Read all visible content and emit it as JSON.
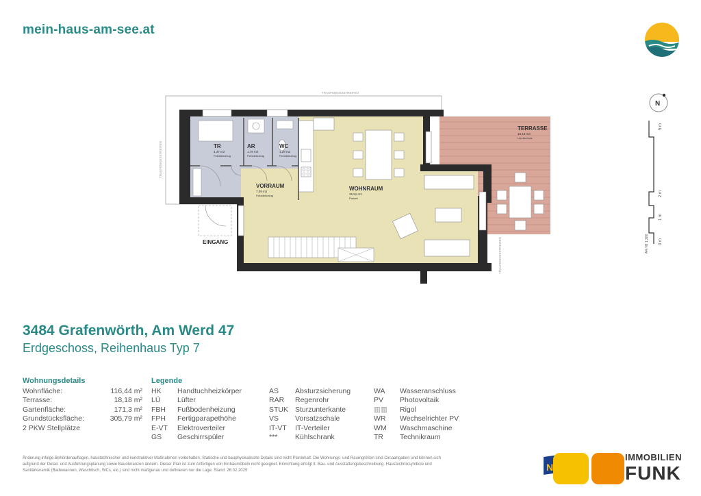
{
  "header": {
    "site_url": "mein-haus-am-see.at"
  },
  "plan": {
    "labels": {
      "traufe_top": "TRAUFENKIESSTREIFEN",
      "traufe_left": "TRAUFENKIESSTREIFEN",
      "traufe_right": "TRAUFENKIESSTREIFEN",
      "entrance": "EINGANG",
      "compass": "N",
      "scale_vertical": "A4 / M 1:200",
      "scale_marks": [
        "0 m",
        "1 m",
        "2 m",
        "5 m"
      ]
    },
    "rooms": [
      {
        "name": "TR",
        "area": "4.37 m2",
        "floor": "Feinsteinzeug"
      },
      {
        "name": "AR",
        "area": "1.78 m2",
        "floor": "Feinsteinzeug"
      },
      {
        "name": "WC",
        "area": "1.29 m2",
        "floor": "Feinsteinzeug"
      },
      {
        "name": "VORRAUM",
        "area": "7.09 m2",
        "floor": "Feinsteinzeug"
      },
      {
        "name": "WOHNRAUM",
        "area": "45.52 m2",
        "floor": "Parkett"
      },
      {
        "name": "TERRASSE",
        "area": "18.18 m2",
        "floor": "Lärchenholz"
      }
    ]
  },
  "address": {
    "title": "3484 Grafenwörth, Am Werd 47",
    "subtitle": "Erdgeschoss, Reihenhaus Typ 7"
  },
  "details": {
    "heading": "Wohnungsdetails",
    "rows": [
      {
        "label": "Wohnfläche:",
        "value": "116,44 m²"
      },
      {
        "label": "Terrasse:",
        "value": "18,18 m²"
      },
      {
        "label": "Gartenfläche:",
        "value": "171,3 m²"
      },
      {
        "label": "Grundstücksfläche:",
        "value": "305,79 m²"
      },
      {
        "label": "2 PKW Stellplätze",
        "value": ""
      }
    ]
  },
  "legend": {
    "heading": "Legende",
    "col1": [
      {
        "abbr": "HK",
        "desc": "Handtuchheizkörper"
      },
      {
        "abbr": "LÜ",
        "desc": "Lüfter"
      },
      {
        "abbr": "FBH",
        "desc": "Fußbodenheizung"
      },
      {
        "abbr": "FPH",
        "desc": "Fertigparapethöhe"
      },
      {
        "abbr": "E-VT",
        "desc": "Elektroverteiler"
      },
      {
        "abbr": "GS",
        "desc": "Geschirrspüler"
      }
    ],
    "col2": [
      {
        "abbr": "AS",
        "desc": "Absturzsicherung"
      },
      {
        "abbr": "RAR",
        "desc": "Regenrohr"
      },
      {
        "abbr": "STUK",
        "desc": "Sturzunterkante"
      },
      {
        "abbr": "VS",
        "desc": "Vorsatzschale"
      },
      {
        "abbr": "IT-VT",
        "desc": "IT-Verteiler"
      },
      {
        "abbr": "***",
        "desc": "Kühlschrank"
      }
    ],
    "col3": [
      {
        "abbr": "WA",
        "desc": "Wasseranschluss"
      },
      {
        "abbr": "PV",
        "desc": "Photovoltaik"
      },
      {
        "abbr": "▥▥",
        "desc": "Rigol"
      },
      {
        "abbr": "WR",
        "desc": "Wechselrichter PV"
      },
      {
        "abbr": "WM",
        "desc": "Waschmaschine"
      },
      {
        "abbr": "TR",
        "desc": "Technikraum"
      }
    ]
  },
  "disclaimer": "Änderung infolge Behördenauflagen, haustechnischer und konstruktiver Maßnahmen vorbehalten. Statische und bauphysikalische Details sind nicht Planinhalt. Die Wohnungs- und Raumgrößen sind Circaangaben und können sich aufgrund der Detail- und Ausführungsplanung sowie Bauoleranzen ändern. Dieser Plan ist zum Anfertigen von Einbaumöbeln nicht geeignet. Einrichtung erfolgt lt. Bau- und Ausstattungsbeschreibung. Haustechniksymbole und Sanitärkeramik (Badewannen, Waschtisch, WCs, etc.) sind nicht maßgenau und definieren nur die Lage. Stand: 26.02.2025",
  "brand": {
    "word1": "IMMOBILIEN",
    "word2": "FUNK",
    "badge": "N",
    "colors": {
      "teal": "#2a8a86",
      "yellow": "#f6c200",
      "orange": "#f08a00",
      "blue": "#1c3f8c"
    }
  }
}
